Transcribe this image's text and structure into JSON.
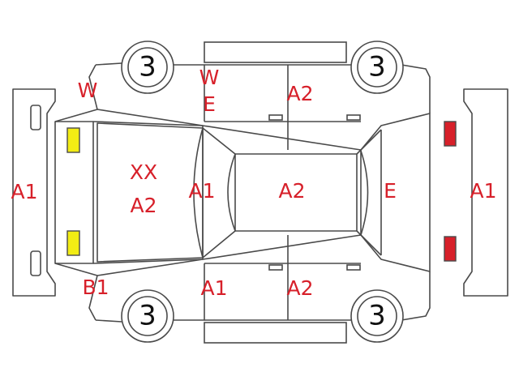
{
  "colors": {
    "line": "#4a4a4a",
    "damage_code": "#d7202a",
    "headlight": "#f2ec14",
    "taillight": "#d7202a"
  },
  "tires": {
    "front_left": "3",
    "rear_left": "3",
    "front_right": "3",
    "rear_right": "3"
  },
  "codes": {
    "front_bumper": "A1",
    "front_left_corner": "W",
    "front_right_corner": "B1",
    "hood_line1": "XX",
    "hood_line2": "A2",
    "left_front_fender_line1": "W",
    "left_front_fender_line2": "E",
    "left_rear_door": "A2",
    "windshield_pillar": "A1",
    "roof": "A2",
    "rear_window": "E",
    "rear_bumper": "A1",
    "right_front_door": "A1",
    "right_rear_door": "A2"
  }
}
